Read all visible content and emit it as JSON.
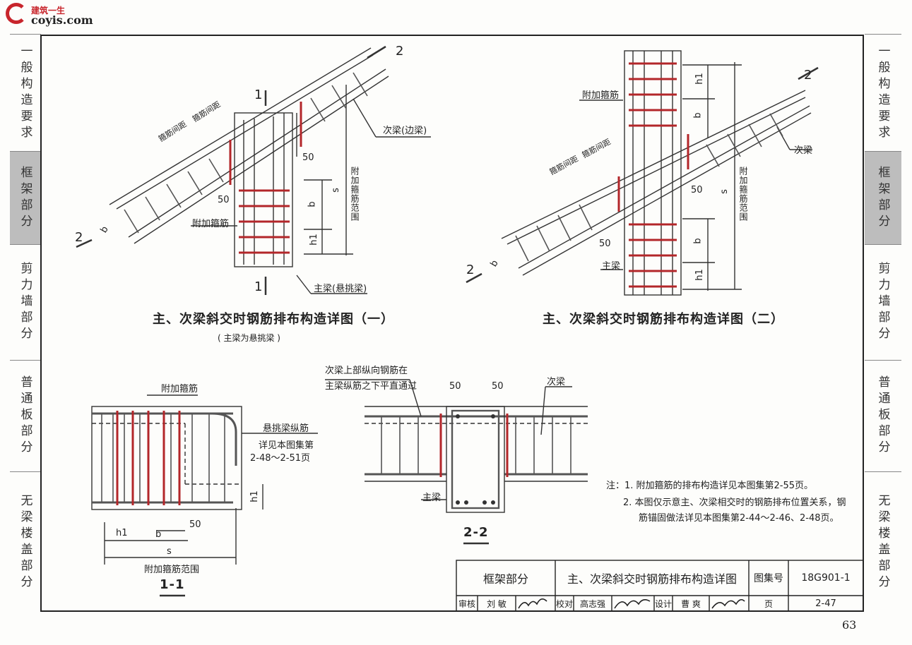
{
  "logo": {
    "name_cn": "建筑一生",
    "site": "coyis.com"
  },
  "side_tabs_left": [
    "一般构造要求",
    "框架部分",
    "剪力墙部分",
    "普通板部分",
    "无梁楼盖部分"
  ],
  "side_tabs_right": [
    "一般构造要求",
    "框架部分",
    "剪力墙部分",
    "普通板部分",
    "无梁楼盖部分"
  ],
  "active_tab": "框架部分",
  "diagram1": {
    "title": "主、次梁斜交时钢筋排布构造详图（一）",
    "subtitle": "( 主梁为悬挑梁 )",
    "labels": {
      "sec_mark_1": "1",
      "sec_mark_2": "2",
      "stirrup_spacing_1": "箍筋间距",
      "stirrup_spacing_2": "箍筋间距",
      "secondary_beam": "次梁(边梁)",
      "dim_50_a": "50",
      "dim_50_b": "50",
      "additional_stirrup": "附加箍筋",
      "range": "附加箍筋范围",
      "s": "s",
      "b": "b",
      "h1": "h1",
      "main_beam": "主梁(悬挑梁)",
      "beam_b": "b"
    }
  },
  "diagram2": {
    "title": "主、次梁斜交时钢筋排布构造详图（二）",
    "labels": {
      "additional_stirrup": "附加箍筋",
      "stirrup_spacing_1": "箍筋间距",
      "stirrup_spacing_2": "箍筋间距",
      "secondary_beam": "次梁",
      "range": "附加箍筋范围",
      "dim_50_a": "50",
      "dim_50_b": "50",
      "main_beam": "主梁",
      "s": "s",
      "b": "b",
      "h1": "h1",
      "sec_mark_2": "2",
      "beam_b": "b"
    }
  },
  "section11": {
    "title": "1-1",
    "labels": {
      "additional_stirrup": "附加箍筋",
      "long_bar": "悬挑梁纵筋",
      "see_page_1": "详见本图集第",
      "see_page_2": "2-48～2-51页",
      "h1": "h1",
      "b": "b",
      "dim_50": "50",
      "s": "s",
      "range": "附加箍筋范围"
    }
  },
  "section22": {
    "title": "2-2",
    "labels": {
      "top_bar_1": "次梁上部纵向钢筋在",
      "top_bar_2": "主梁纵筋之下平直通过",
      "dim_50_a": "50",
      "dim_50_b": "50",
      "secondary_beam": "次梁",
      "main_beam": "主梁"
    }
  },
  "notes": {
    "n1": "注：1. 附加箍筋的排布构造详见本图集第2-55页。",
    "n2": "2. 本图仅示意主、次梁相交时的钢筋排布位置关系，钢",
    "n3": "筋锚固做法详见本图集第2-44～2-46、2-48页。"
  },
  "title_block": {
    "part": "框架部分",
    "drawing_title": "主、次梁斜交时钢筋排布构造详图",
    "atlas_label": "图集号",
    "atlas_no": "18G901-1",
    "review_label": "审核",
    "review_name": "刘 敏",
    "check_label": "校对",
    "check_name": "高志强",
    "design_label": "设计",
    "design_name": "曹 爽",
    "page_label": "页",
    "page_no": "2-47"
  },
  "page_number": "63",
  "colors": {
    "rebar": "#555555",
    "stirrup_red": "#b3262a",
    "line": "#222222",
    "tab_active": "#bdbdbd"
  }
}
